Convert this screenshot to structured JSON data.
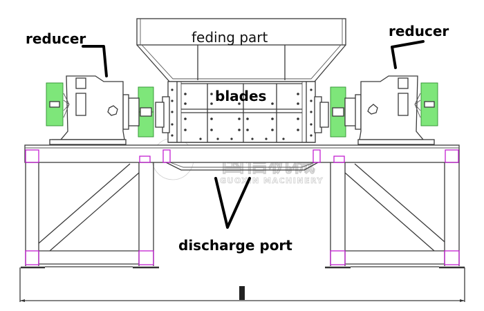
{
  "diagram": {
    "subject": "Twin-shaft shredder front elevation drawing",
    "labels": {
      "reducer_left": "reducer",
      "reducer_right": "reducer",
      "feeding_part": "feding part",
      "blades": "blades",
      "discharge_port": "discharge port"
    },
    "watermark": {
      "chinese": "国信机械",
      "english": "GUOXIN MACHINERY"
    },
    "colors": {
      "line": "#3a3a3a",
      "joint_highlight": "#c21fd1",
      "coupling_fill": "#7ee67a",
      "pointer": "#000000",
      "watermark": "#c8c8c8"
    }
  }
}
